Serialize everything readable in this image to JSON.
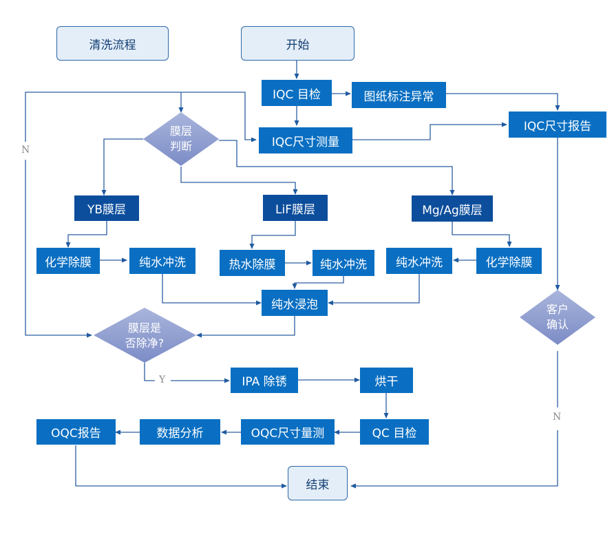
{
  "title": "清洗流程",
  "nodes": {
    "start": "开始",
    "end": "结束",
    "iqc_visual": "IQC 目检",
    "drawing_anomaly": "图纸标注异常",
    "iqc_measure": "IQC尺寸测量",
    "iqc_report": "IQC尺寸报告",
    "film_judge": "膜层\n判断",
    "yb_film": "YB膜层",
    "lif_film": "LiF膜层",
    "mgag_film": "Mg/Ag膜层",
    "yb_chem_strip": "化学除膜",
    "yb_rinse": "纯水冲洗",
    "lif_hot_water": "热水除膜",
    "lif_rinse": "纯水冲洗",
    "mgag_rinse": "纯水冲洗",
    "mgag_chem_strip": "化学除膜",
    "soak": "纯水浸泡",
    "clean_check": "膜层是\n否除净?",
    "customer_confirm": "客户\n确认",
    "ipa_derust": "IPA 除锈",
    "bake": "烘干",
    "qc_visual": "QC 目检",
    "oqc_measure": "OQC尺寸量测",
    "data_analysis": "数据分析",
    "oqc_report": "OQC报告"
  },
  "branch_labels": {
    "clean_no": "N",
    "clean_yes": "Y",
    "customer_no": "N"
  },
  "colors": {
    "process": "#0a6fc2",
    "process_dark": "#0d4e9c",
    "terminal_fill": "#e4eef8",
    "terminal_border": "#2b67a8",
    "decision_top": "#a9b5dc",
    "decision_bottom": "#7c8cc6",
    "connector": "#2b5ea0"
  }
}
